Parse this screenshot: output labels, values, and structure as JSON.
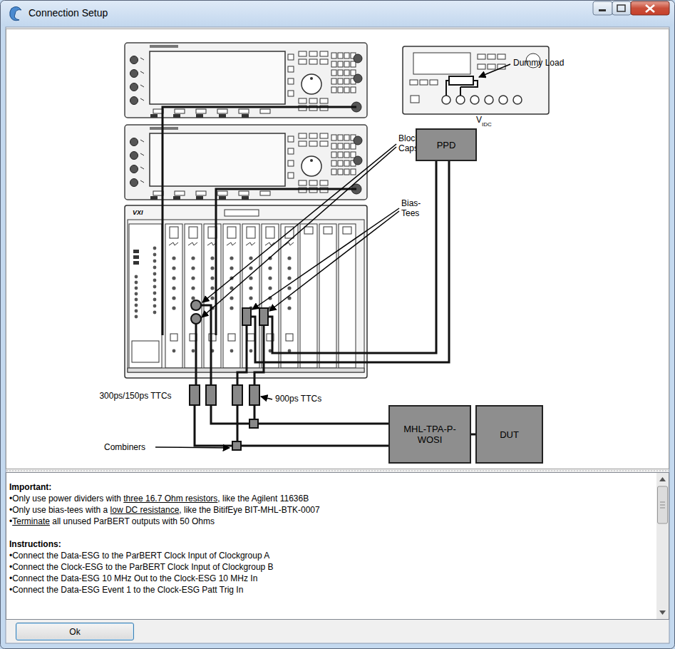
{
  "diagram": {
    "title": "Connection Setup",
    "nodes": [
      {
        "text": [
          "PPD"
        ]
      },
      {
        "text": [
          "MHL-TPA-P-WOSI"
        ]
      },
      {
        "text": [
          "DUT"
        ]
      },
      {
        "text": [
          "Ok"
        ]
      }
    ],
    "edges": [
      {
        "from": 1,
        "to": 2,
        "arrow": "none"
      }
    ],
    "labels": [
      "Dummy Load",
      "V",
      "IDC",
      "Blocking Caps",
      "Bias-Tees",
      "300ps/150ps TTCs",
      "900ps TTCs",
      "Combiners",
      "Important:",
      "•Only use power dividers with ",
      "three 16.7 Ohm resistors",
      ", like the Agilent 11636B",
      "•Only use bias-tees with a ",
      "low DC resistance",
      ", like the BitifEye BIT-MHL-BTK-0007",
      "•",
      "Terminate",
      " all unused ParBERT outputs with 50 Ohms",
      "Instructions:",
      "•Connect the Data-ESG to the ParBERT Clock Input of Clockgroup A",
      "•Connect the Clock-ESG to the ParBERT Clock Input of Clockgroup B",
      "•Connect the Data-ESG 10 MHz Out to the Clock-ESG 10 MHz In",
      "•Connect the Data-ESG Event 1 to the Clock-ESG Patt Trig In",
      "VXI"
    ]
  }
}
